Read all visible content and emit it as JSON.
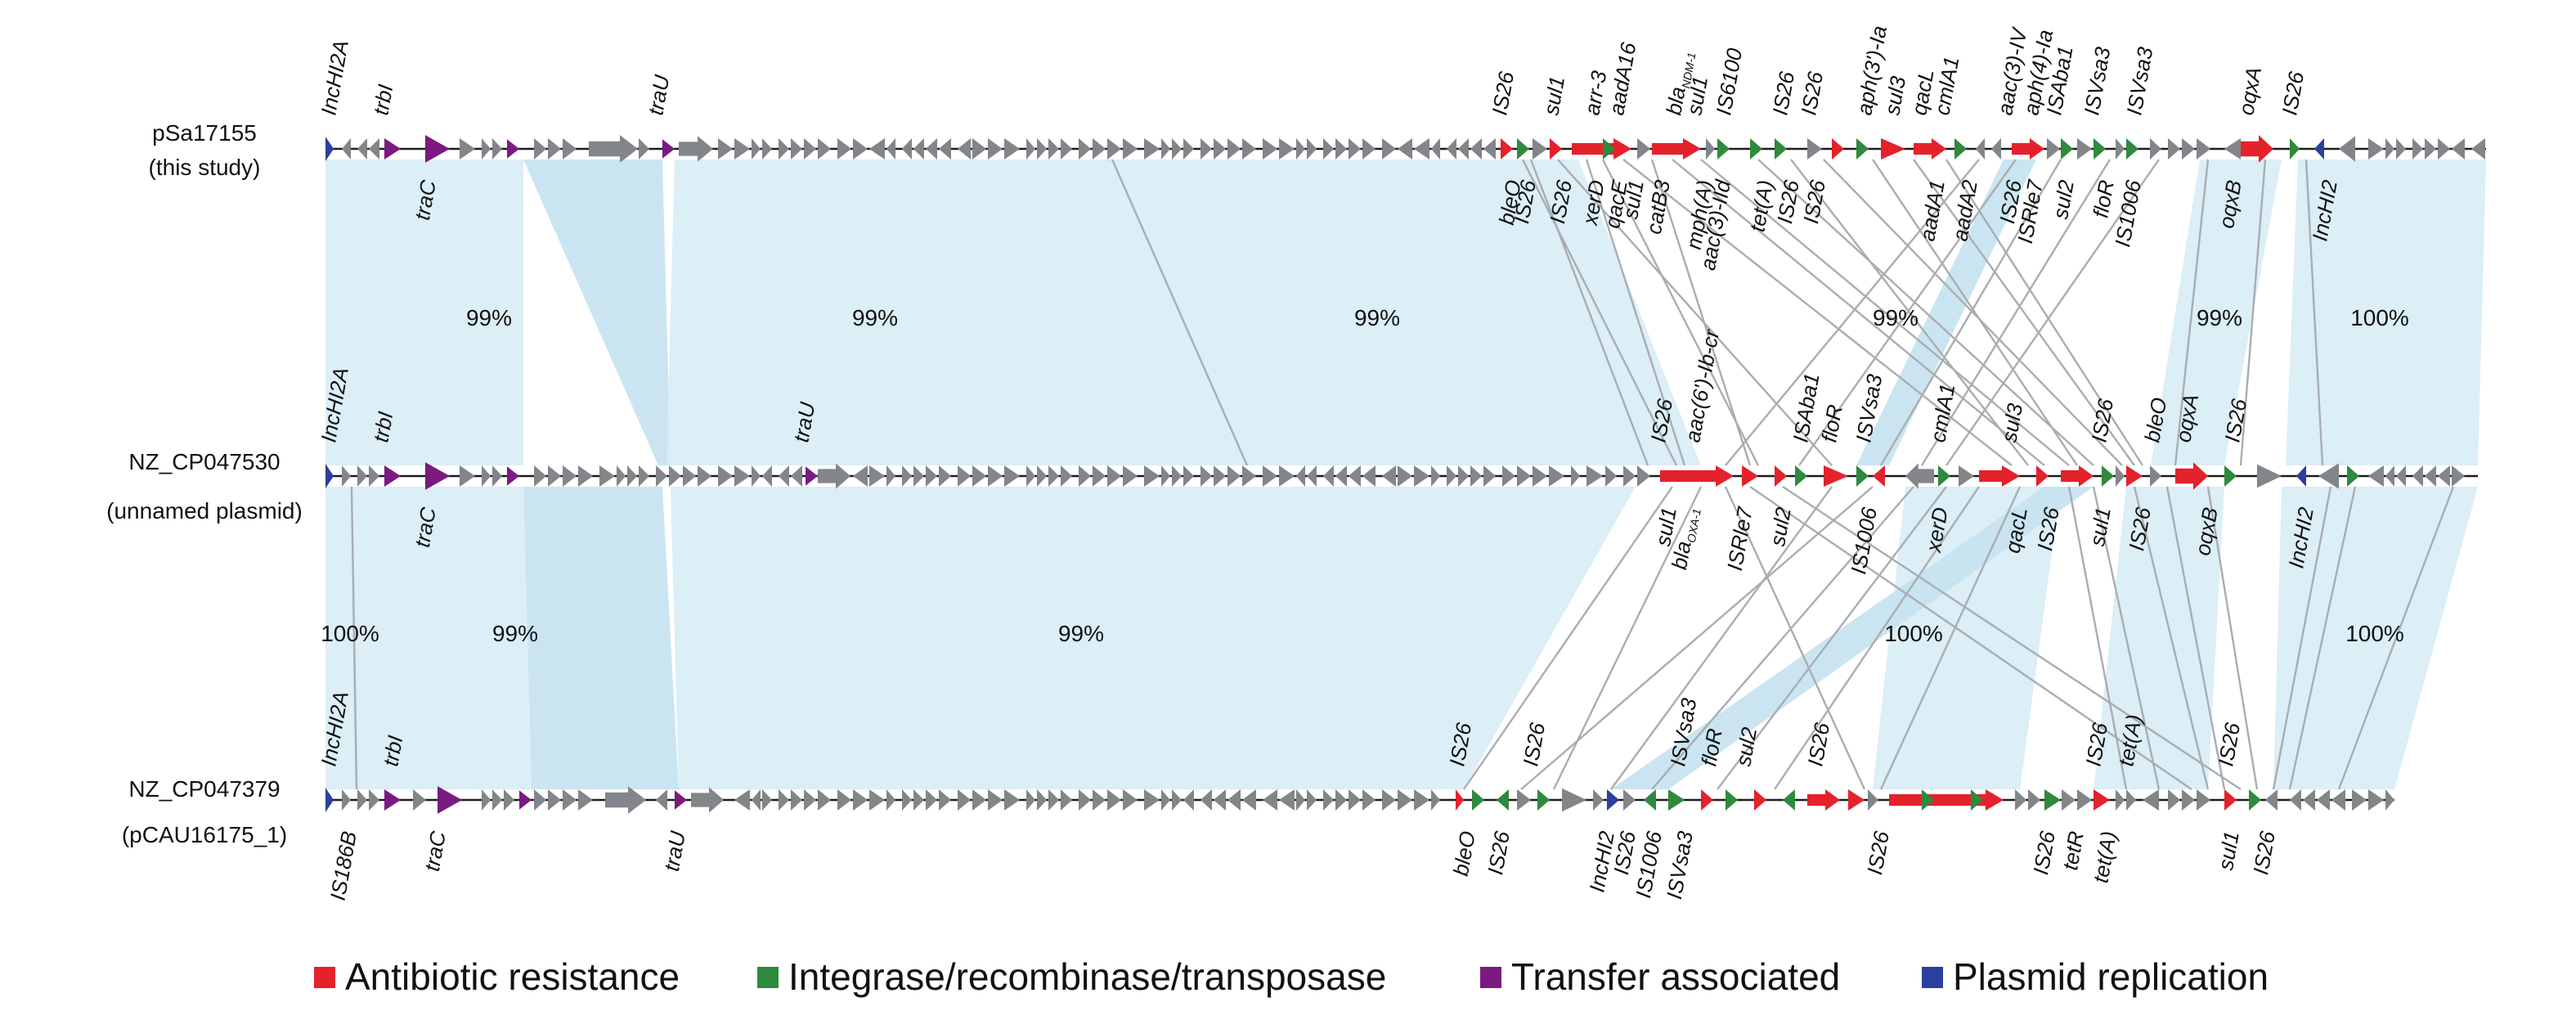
{
  "colors": {
    "antibiotic": "#e3222c",
    "integrase": "#2e8a3c",
    "transfer": "#7b1a80",
    "replication": "#2b3f9e",
    "other": "#828589",
    "homology": "#d8ecf5",
    "homology_dark": "#c4e2ef",
    "connector": "#a9adb1"
  },
  "plasmids": [
    {
      "name": "pSa17155",
      "sub": "(this study)"
    },
    {
      "name": "NZ_CP047530",
      "sub": "(unnamed plasmid)"
    },
    {
      "name": "NZ_CP047379",
      "sub": "(pCAU16175_1)"
    }
  ],
  "identity": {
    "upper": [
      "99%",
      "99%",
      "99%",
      "99%",
      "99%",
      "100%"
    ],
    "lower": [
      "100%",
      "99%",
      "99%",
      "100%",
      "100%"
    ]
  },
  "labels": {
    "t0": [
      {
        "id": "incHI2A-t0",
        "text": "IncHI2A"
      },
      {
        "id": "trbI-t0",
        "text": "trbI"
      },
      {
        "id": "traU-t0",
        "text": "traU"
      },
      {
        "id": "IS26-t0a",
        "text": "IS26"
      },
      {
        "id": "sul1-t0a",
        "text": "sul1"
      },
      {
        "id": "arr3-t0",
        "text": "arr-3"
      },
      {
        "id": "aadA16-t0",
        "text": "aadA16"
      },
      {
        "id": "blaNDM-t0",
        "text": "bla",
        "sub": "NDM-1"
      },
      {
        "id": "sul1-t0b",
        "text": "sul1"
      },
      {
        "id": "IS6100-t0",
        "text": "IS6100"
      },
      {
        "id": "IS26-t0b",
        "text": "IS26"
      },
      {
        "id": "IS26-t0c",
        "text": "IS26"
      },
      {
        "id": "aph3-t0",
        "text": "aph(3')-Ia"
      },
      {
        "id": "sul3-t0",
        "text": "sul3"
      },
      {
        "id": "qacL-t0",
        "text": "qacL"
      },
      {
        "id": "cmlA1-t0",
        "text": "cmlA1"
      },
      {
        "id": "aac3IV-t0",
        "text": "aac(3)-IV"
      },
      {
        "id": "aph4-t0",
        "text": "aph(4)-Ia"
      },
      {
        "id": "ISAba1-t0",
        "text": "ISAba1"
      },
      {
        "id": "ISVsa3-t0a",
        "text": "ISVsa3"
      },
      {
        "id": "ISVsa3-t0b",
        "text": "ISVsa3"
      },
      {
        "id": "oqxA-t0",
        "text": "oqxA"
      },
      {
        "id": "IS26-t0d",
        "text": "IS26"
      }
    ],
    "b0": [
      {
        "id": "traC-b0",
        "text": "traC"
      },
      {
        "id": "bleO-b0",
        "text": "bleO"
      },
      {
        "id": "IS26-b0a",
        "text": "IS26"
      },
      {
        "id": "IS26-b0b",
        "text": "IS26"
      },
      {
        "id": "xerD-b0",
        "text": "xerD"
      },
      {
        "id": "qacE-b0",
        "text": "qacE"
      },
      {
        "id": "sul1-b0",
        "text": "sul1"
      },
      {
        "id": "catB3-b0",
        "text": "catB3"
      },
      {
        "id": "mphA-b0",
        "text": "mph(A)"
      },
      {
        "id": "aac3IId-b0",
        "text": "aac(3)-IId"
      },
      {
        "id": "tetA-b0",
        "text": "tet(A)"
      },
      {
        "id": "IS26-b0c",
        "text": "IS26"
      },
      {
        "id": "IS26-b0d",
        "text": "IS26"
      },
      {
        "id": "aadA1-b0",
        "text": "aadA1"
      },
      {
        "id": "aadA2-b0",
        "text": "aadA2"
      },
      {
        "id": "IS26-b0e",
        "text": "IS26"
      },
      {
        "id": "ISRle7-b0",
        "text": "ISRle7"
      },
      {
        "id": "sul2-b0",
        "text": "sul2"
      },
      {
        "id": "floR-b0",
        "text": "floR"
      },
      {
        "id": "IS1006-b0",
        "text": "IS1006"
      },
      {
        "id": "oqxB-b0",
        "text": "oqxB"
      },
      {
        "id": "IncHI2-b0",
        "text": "IncHI2"
      }
    ],
    "t1": [
      {
        "id": "incHI2A-t1",
        "text": "IncHI2A"
      },
      {
        "id": "trbI-t1",
        "text": "trbI"
      },
      {
        "id": "traU-t1",
        "text": "traU"
      },
      {
        "id": "IS26-t1a",
        "text": "IS26"
      },
      {
        "id": "aac6-t1",
        "text": "aac(6')-Ib-cr"
      },
      {
        "id": "ISAba1-t1",
        "text": "ISAba1"
      },
      {
        "id": "floR-t1",
        "text": "floR"
      },
      {
        "id": "ISVsa3-t1",
        "text": "ISVsa3"
      },
      {
        "id": "cmlA1-t1",
        "text": "cmlA1"
      },
      {
        "id": "sul3-t1",
        "text": "sul3"
      },
      {
        "id": "IS26-t1b",
        "text": "IS26"
      },
      {
        "id": "bleO-t1",
        "text": "bleO"
      },
      {
        "id": "oqxA-t1",
        "text": "oqxA"
      },
      {
        "id": "IS26-t1c",
        "text": "IS26"
      }
    ],
    "b1": [
      {
        "id": "traC-b1",
        "text": "traC"
      },
      {
        "id": "sul1-b1a",
        "text": "sul1"
      },
      {
        "id": "blaOXA-b1",
        "text": "bla",
        "sub": "OXA-1"
      },
      {
        "id": "ISRle7-b1",
        "text": "ISRle7"
      },
      {
        "id": "sul2-b1",
        "text": "sul2"
      },
      {
        "id": "IS1006-b1",
        "text": "IS1006"
      },
      {
        "id": "xerD-b1",
        "text": "xerD"
      },
      {
        "id": "qacL-b1",
        "text": "qacL"
      },
      {
        "id": "IS26-b1a",
        "text": "IS26"
      },
      {
        "id": "sul1-b1b",
        "text": "sul1"
      },
      {
        "id": "IS26-b1b",
        "text": "IS26"
      },
      {
        "id": "oqxB-b1",
        "text": "oqxB"
      },
      {
        "id": "IncHI2-b1",
        "text": "IncHI2"
      }
    ],
    "t2": [
      {
        "id": "incHI2A-t2",
        "text": "IncHI2A"
      },
      {
        "id": "trbI-t2",
        "text": "trbI"
      },
      {
        "id": "IS26-t2a",
        "text": "IS26"
      },
      {
        "id": "IS26-t2b",
        "text": "IS26"
      },
      {
        "id": "ISVsa3-t2",
        "text": "ISVsa3"
      },
      {
        "id": "floR-t2",
        "text": "floR"
      },
      {
        "id": "sul2-t2",
        "text": "sul2"
      },
      {
        "id": "IS26-t2c",
        "text": "IS26"
      },
      {
        "id": "IS26-t2d",
        "text": "IS26"
      },
      {
        "id": "tetA-t2",
        "text": "tet(A)"
      },
      {
        "id": "IS26-t2e",
        "text": "IS26"
      }
    ],
    "b2": [
      {
        "id": "IS186B-b2",
        "text": "IS186B"
      },
      {
        "id": "traC-b2",
        "text": "traC"
      },
      {
        "id": "traU-b2",
        "text": "traU"
      },
      {
        "id": "bleO-b2",
        "text": "bleO"
      },
      {
        "id": "IS26-b2a",
        "text": "IS26"
      },
      {
        "id": "IncHI2-b2",
        "text": "IncHI2"
      },
      {
        "id": "IS26-b2b",
        "text": "IS26"
      },
      {
        "id": "IS1006-b2",
        "text": "IS1006"
      },
      {
        "id": "ISVsa3-b2",
        "text": "ISVsa3"
      },
      {
        "id": "IS26-b2c",
        "text": "IS26"
      },
      {
        "id": "IS26-b2d",
        "text": "IS26"
      },
      {
        "id": "tetR-b2",
        "text": "tetR"
      },
      {
        "id": "tetA-b2",
        "text": "tet(A)"
      },
      {
        "id": "sul1-b2",
        "text": "sul1"
      },
      {
        "id": "IS26-b2e",
        "text": "IS26"
      }
    ]
  },
  "legend": [
    {
      "key": "antibiotic",
      "label": "Antibiotic resistance"
    },
    {
      "key": "integrase",
      "label": "Integrase/recombinase/transposase"
    },
    {
      "key": "transfer",
      "label": "Transfer associated"
    },
    {
      "key": "replication",
      "label": "Plasmid replication"
    }
  ]
}
